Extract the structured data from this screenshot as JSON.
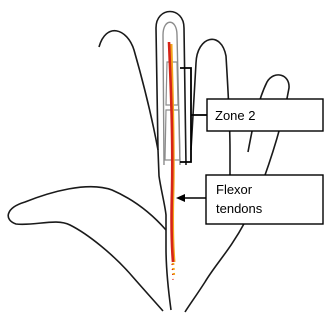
{
  "labels": {
    "zone": "Zone 2",
    "tendons_line1": "Flexor",
    "tendons_line2": "tendons"
  },
  "colors": {
    "outline": "#1a1a1a",
    "splint": "#8c8c8c",
    "tendon_red": "#d62418",
    "tendon_orange": "#f2a51c"
  }
}
